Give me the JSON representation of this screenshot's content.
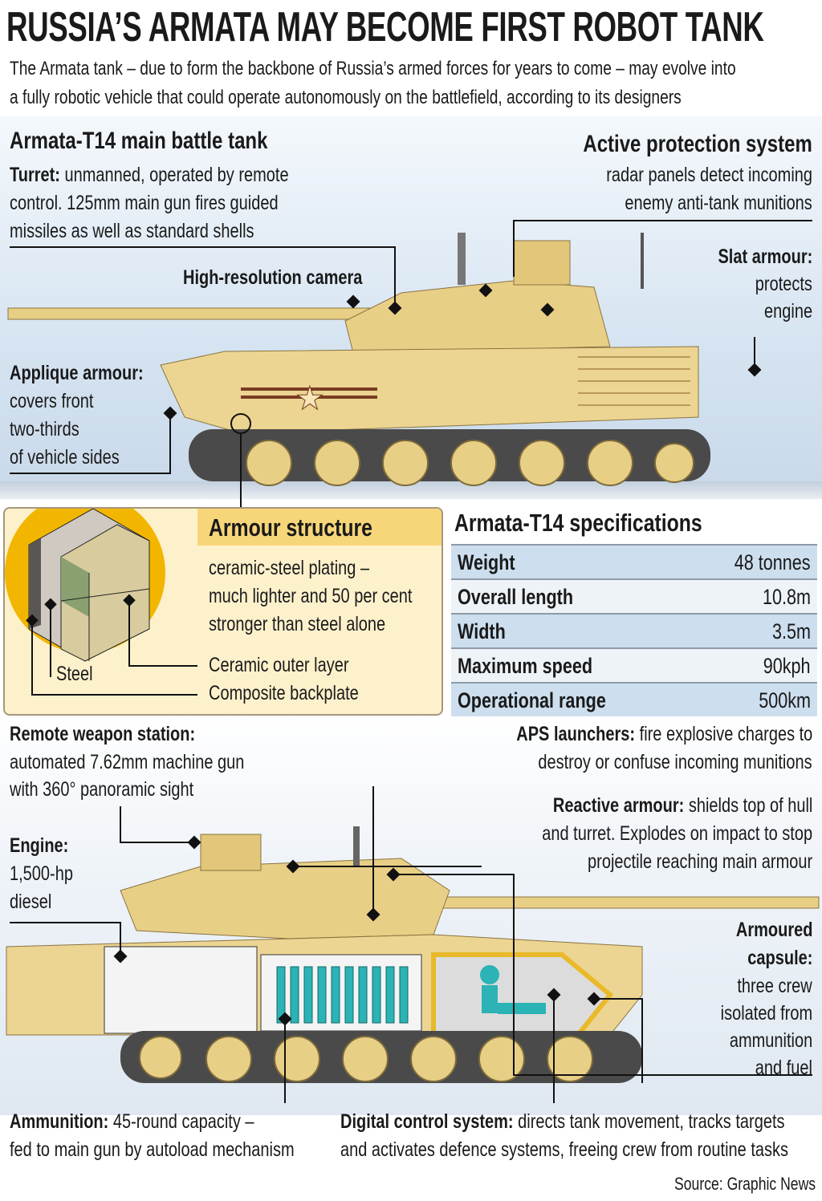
{
  "title": "RUSSIA’S ARMATA MAY BECOME FIRST ROBOT TANK",
  "intro": [
    "The Armata tank – due to form the backbone of Russia’s armed forces for years to come – may evolve into",
    "a fully robotic vehicle that could operate autonomously on the battlefield, according to its designers"
  ],
  "top_heading": "Armata-T14 main battle tank",
  "turret": {
    "label": "Turret:",
    "lines": [
      " unmanned, operated by remote",
      "control. 125mm main gun fires guided",
      "missiles as well as standard shells"
    ]
  },
  "aps": {
    "label": "Active protection system",
    "lines": [
      "radar panels detect incoming",
      "enemy anti-tank munitions"
    ]
  },
  "slat": {
    "label": "Slat armour:",
    "lines": [
      "protects",
      "engine"
    ]
  },
  "camera": {
    "label": "High-resolution camera"
  },
  "applique": {
    "label": "Applique armour:",
    "lines": [
      "covers front",
      "two-thirds",
      "of vehicle sides"
    ]
  },
  "armour_structure": {
    "title": "Armour structure",
    "lines": [
      "ceramic-steel plating –",
      "much lighter and 50 per cent",
      "stronger than steel alone"
    ],
    "steel": "Steel",
    "ceramic": "Ceramic outer layer",
    "composite": "Composite backplate"
  },
  "specs": {
    "title": "Armata-T14 specifications",
    "rows": [
      {
        "k": "Weight",
        "v": "48 tonnes"
      },
      {
        "k": "Overall length",
        "v": "10.8m"
      },
      {
        "k": "Width",
        "v": "3.5m"
      },
      {
        "k": "Maximum speed",
        "v": "90kph"
      },
      {
        "k": "Operational range",
        "v": "500km"
      }
    ]
  },
  "rws": {
    "label": "Remote weapon station:",
    "lines": [
      "automated 7.62mm machine gun",
      "with 360° panoramic sight"
    ]
  },
  "aps_launchers": {
    "label": "APS launchers:",
    "lines": [
      " fire explosive charges to",
      "destroy or confuse incoming munitions"
    ]
  },
  "reactive": {
    "label": "Reactive armour:",
    "lines": [
      " shields top of hull",
      "and turret. Explodes on impact to stop",
      "projectile reaching main armour"
    ]
  },
  "engine": {
    "label": "Engine:",
    "lines": [
      "1,500-hp",
      "diesel"
    ]
  },
  "capsule": {
    "label": [
      "Armoured",
      "capsule:"
    ],
    "lines": [
      "three crew",
      "isolated from",
      "ammunition",
      "and fuel"
    ]
  },
  "ammo": {
    "label": "Ammunition:",
    "lines": [
      " 45-round capacity –",
      "fed to main gun by autoload mechanism"
    ]
  },
  "digital": {
    "label": "Digital control system:",
    "lines": [
      " directs tank movement, tracks targets",
      "and activates defence systems, freeing crew from routine tasks"
    ]
  },
  "source": "Source: Graphic News",
  "colors": {
    "tan": "#e8cf86",
    "tan_dark": "#c9ab5c",
    "blue_panel": "#d6e4f1",
    "spec_row": "#cddfef",
    "yellow": "#f7d67a"
  }
}
